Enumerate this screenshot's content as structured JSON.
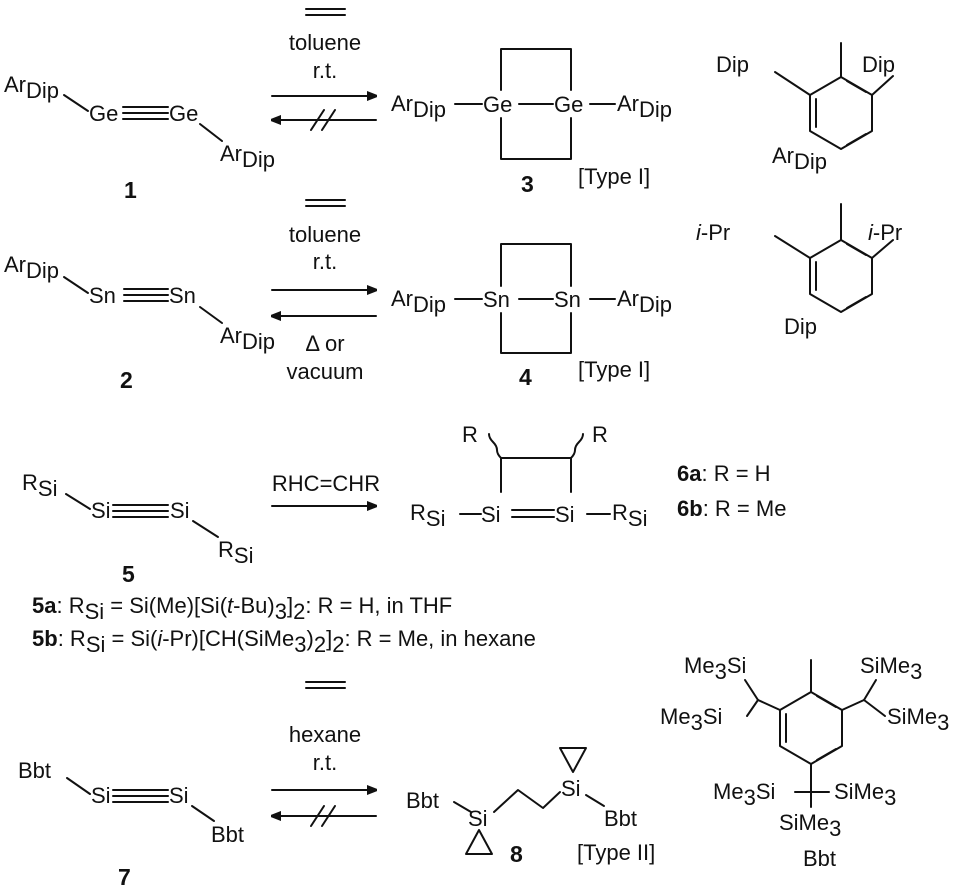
{
  "reaction1": {
    "reactant": {
      "ar": "Ar",
      "ar_sub": "Dip",
      "atom": "Ge",
      "label": "1"
    },
    "conditions": [
      "toluene",
      "r.t."
    ],
    "product": {
      "ar": "Ar",
      "ar_sub": "Dip",
      "atom": "Ge",
      "label": "3",
      "type": "[Type I]"
    }
  },
  "reaction2": {
    "reactant": {
      "ar": "Ar",
      "ar_sub": "Dip",
      "atom": "Sn",
      "label": "2"
    },
    "conditions": [
      "toluene",
      "r.t."
    ],
    "reverse_conditions": [
      "Δ or",
      "vacuum"
    ],
    "product": {
      "ar": "Ar",
      "ar_sub": "Dip",
      "atom": "Sn",
      "label": "4",
      "type": "[Type I]"
    }
  },
  "structures": {
    "ardip": {
      "dip": "Dip",
      "ar": "Ar",
      "ar_sub": "Dip"
    },
    "dip": {
      "ipr": "i",
      "ipr_rest": "-Pr",
      "name": "Dip"
    },
    "bbt": {
      "me3si": "Me",
      "si_left": "Si",
      "simes": "SiMe",
      "three": "3",
      "name": "Bbt"
    }
  },
  "reaction3": {
    "reactant": {
      "r": "R",
      "r_sub": "Si",
      "atom": "Si",
      "label": "5"
    },
    "reagent": "RHC=CHR",
    "product": {
      "r": "R",
      "r_sub": "Si",
      "atom": "Si",
      "sub_r": "R"
    },
    "variants": [
      {
        "label": "6a",
        "text": ": R = H"
      },
      {
        "label": "6b",
        "text": ": R = Me"
      }
    ],
    "notes": [
      {
        "label": "5a",
        "p1": ": R",
        "sub": "Si",
        "p2": " = Si(Me)[Si(",
        "it": "t",
        "p3": "-Bu)",
        "s1": "3",
        "p4": "]",
        "s2": "2",
        "p5": ": R = H, in THF"
      },
      {
        "label": "5b",
        "p1": ": R",
        "sub": "Si",
        "p2": " = Si(",
        "it": "i",
        "p3": "-Pr)[CH(SiMe",
        "s1": "3",
        "p4": ")",
        "s2": "2",
        "p5": "]",
        "s3": "2",
        "p6": ": R = Me, in hexane"
      }
    ]
  },
  "reaction4": {
    "reactant": {
      "group": "Bbt",
      "atom": "Si",
      "label": "7"
    },
    "conditions": [
      "hexane",
      "r.t."
    ],
    "product": {
      "group": "Bbt",
      "atom": "Si",
      "label": "8",
      "type": "[Type II]"
    }
  }
}
